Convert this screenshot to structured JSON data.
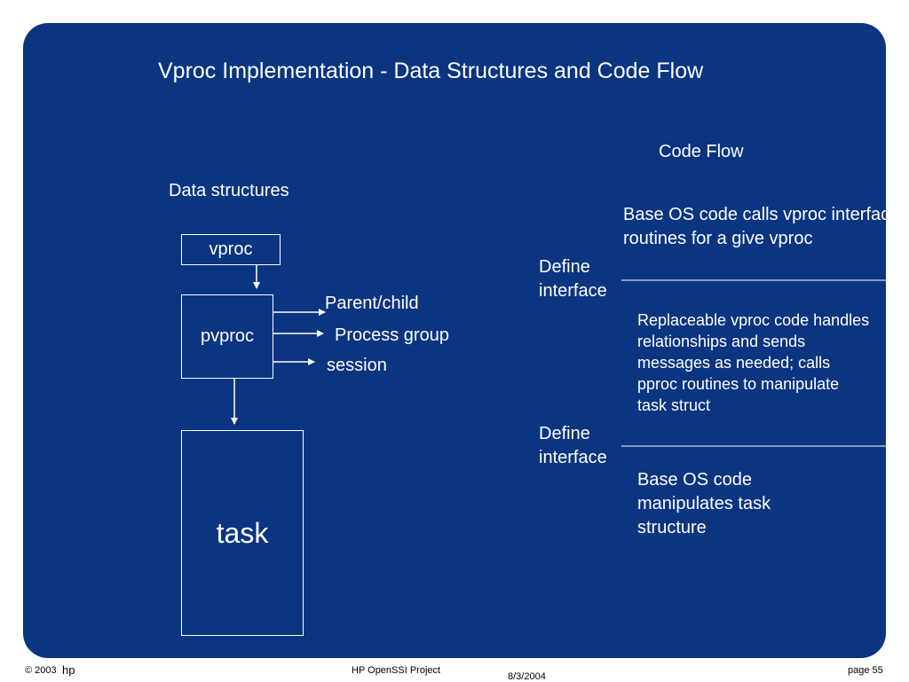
{
  "title": "Vproc Implementation - Data Structures and Code Flow",
  "data_structures": {
    "heading": "Data structures",
    "vproc": "vproc",
    "pvproc": "pvproc",
    "task": "task",
    "links": [
      "Parent/child",
      "Process group",
      "session"
    ]
  },
  "code_flow": {
    "heading": "Code Flow",
    "layer1": "Base OS code calls vproc interface routines for a give vproc",
    "define_interface_1": "Define interface",
    "layer2": "Replaceable vproc code handles relationships and sends messages as needed; calls pproc routines to manipulate task struct",
    "define_interface_2": "Define interface",
    "layer3": "Base OS code manipulates task structure"
  },
  "footer": {
    "copyright": "© 2003",
    "brand": "hp",
    "project": "HP OpenSSI Project",
    "date": "8/3/2004",
    "page": "page 55"
  },
  "colors": {
    "slide_background": "#0b3580",
    "foreground": "#ffffff"
  }
}
